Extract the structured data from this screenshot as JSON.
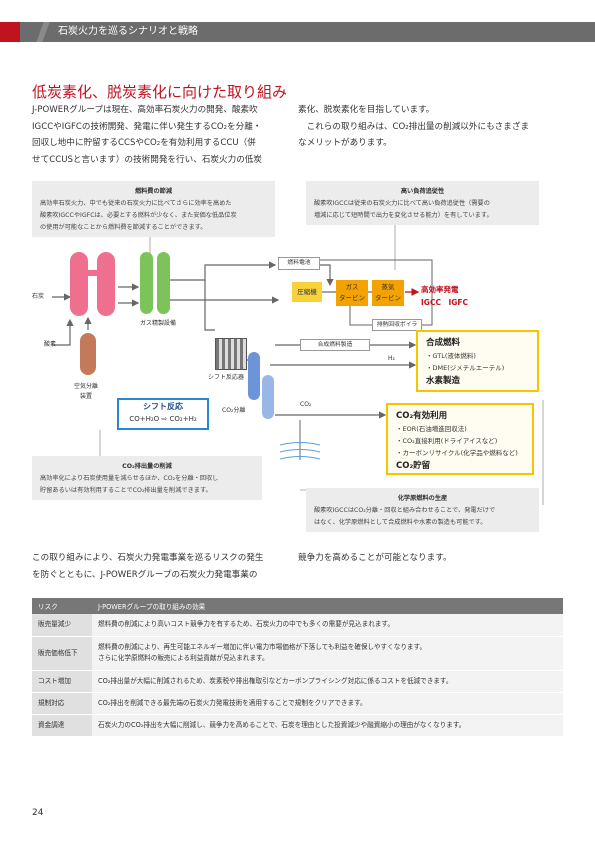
{
  "header": {
    "title": "石炭火力を巡るシナリオと戦略"
  },
  "section": {
    "title": "低炭素化、脱炭素化に向けた取り組み",
    "intro_col1": [
      "J-POWERグループは現在、高効率石炭火力の開発、酸素吹",
      "IGCCやIGFCの技術開発、発電に伴い発生するCO₂を分離・",
      "回収し地中に貯留するCCSやCO₂を有効利用するCCU（併",
      "せてCCUSと言います）の技術開発を行い、石炭火力の低炭"
    ],
    "intro_col2": [
      "素化、脱炭素化を目指しています。",
      "　これらの取り組みは、CO₂排出量の削減以外にもさまざま",
      "なメリットがあります。"
    ]
  },
  "diagram": {
    "fuel_box": {
      "title": "燃料費の節減",
      "text": [
        "高効率石炭火力、中でも従来の石炭火力に比べてさらに効率を高めた",
        "酸素吹IGCCやIGFCは、必要とする燃料が少なく、また安価な低品位炭",
        "の使用が可能なことから燃料費を節減することができます。"
      ]
    },
    "load_box": {
      "title": "高い負荷追従性",
      "text": [
        "酸素吹IGCCは従来の石炭火力に比べて高い負荷追従性（需要の",
        "増減に応じて短時間で出力を変化させる能力）を有しています。"
      ]
    },
    "co2_reduce_box": {
      "title": "CO₂排出量の削減",
      "text": [
        "高効率化により石炭使用量を減らせるほか、CO₂を分離・回収し",
        "貯留あるいは有効利用することでCO₂排出量を削減できます。"
      ]
    },
    "chem_box": {
      "title": "化学原燃料の生産",
      "text": [
        "酸素吹IGCCはCO₂分離・回収と組み合わせることで、発電だけで",
        "はなく、化学原燃料として合成燃料や水素の製造も可能です。"
      ]
    },
    "labels": {
      "coal": "石炭",
      "oxygen": "酸素",
      "asu": "空気分離\n装置",
      "gas_clean": "ガス精製設備",
      "shift_reactor": "シフト反応器",
      "co2_sep": "CO₂分離",
      "fuel_cell": "燃料電池",
      "compressor": "圧縮機",
      "gas_turbine": "ガス\nタービン",
      "steam_turbine": "蒸気\nタービン",
      "hrsg": "排熱回収ボイラ",
      "syn_gas": "合成燃料製造",
      "h2": "H₂",
      "co2": "CO₂",
      "hi_eff": "高効率発電",
      "igcc": "IGCC　IGFC"
    },
    "shift": {
      "title": "シフト反応",
      "eq": "CO+H₂O ⇨ CO₂+H₂"
    },
    "synfuel": {
      "title": "合成燃料",
      "items": [
        "・GTL(液体燃料)",
        "・DME(ジメチルエーテル)"
      ],
      "h2": "水素製造"
    },
    "co2use": {
      "title": "CO₂有効利用",
      "items": [
        "・EOR(石油増進回収法)",
        "・CO₂直接利用(ドライアイスなど)",
        "・カーボンリサイクル(化学品や燃料など)"
      ],
      "storage": "CO₂貯留"
    },
    "colors": {
      "accent": "#c1121f",
      "pink": "#ee6f8e",
      "green": "#7cc35a",
      "blue": "#6c94d8",
      "yellow": "#f5c500",
      "orange": "#f3a200"
    }
  },
  "conclusion": {
    "col1": [
      "この取り組みにより、石炭火力発電事業を巡るリスクの発生",
      "を防ぐとともに、J-POWERグループの石炭火力発電事業の"
    ],
    "col2": [
      "競争力を高めることが可能となります。"
    ]
  },
  "table": {
    "headers": [
      "リスク",
      "J-POWERグループの取り組みの効果"
    ],
    "rows": [
      {
        "risk": "販売量減少",
        "effect": [
          "燃料費の削減により高いコスト競争力を有するため、石炭火力の中でも多くの需要が見込まれます。"
        ]
      },
      {
        "risk": "販売価格低下",
        "effect": [
          "燃料費の削減により、再生可能エネルギー増加に伴い電力市場価格が下落しても利益を確保しやすくなります。",
          "さらに化学原燃料の販売による利益貢献が見込まれます。"
        ]
      },
      {
        "risk": "コスト増加",
        "effect": [
          "CO₂排出量が大幅に削減されるため、炭素税や排出権取引などカーボンプライシング対応に係るコストを低減できます。"
        ]
      },
      {
        "risk": "規制対応",
        "effect": [
          "CO₂排出を削減できる最先端の石炭火力発電技術を適用することで規制をクリアできます。"
        ]
      },
      {
        "risk": "資金調達",
        "effect": [
          "石炭火力のCO₂排出を大幅に削減し、競争力を高めることで、石炭を理由とした投資減少や融資縮小の理由がなくなります。"
        ]
      }
    ]
  },
  "page_number": "24"
}
